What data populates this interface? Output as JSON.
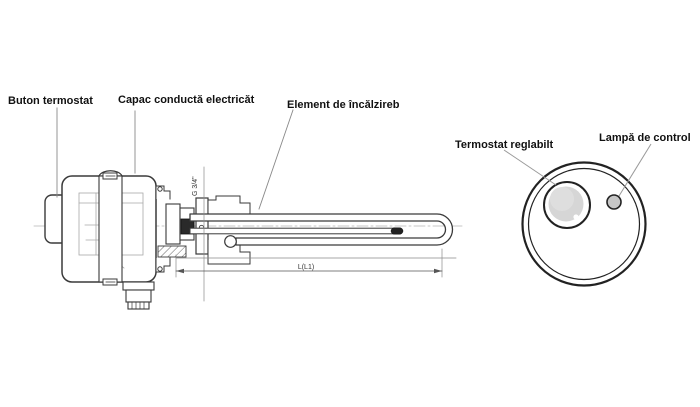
{
  "diagram": {
    "type": "technical-drawing",
    "subject": "immersion heating element with thermostat (side view and front panel view)",
    "labels": {
      "buton_termostat": "Buton termostat",
      "capac_conducta": "Capac conductă electricăt",
      "element_incalzire": "Element de încălzireb",
      "termostat_reglabil": "Termostat reglabilt",
      "lampa_control": "Lampă de control"
    },
    "dimensions": {
      "thread": "G 3/4\"",
      "length": "L(L1)"
    },
    "colors": {
      "line": "#3a3a3a",
      "light_line": "#9a9a9a",
      "leader": "#8a8a8a",
      "knob_fill": "#d6d6d6",
      "lamp_fill": "#c7c7c7",
      "dark_part": "#2a2a2a",
      "background": "#ffffff"
    }
  }
}
